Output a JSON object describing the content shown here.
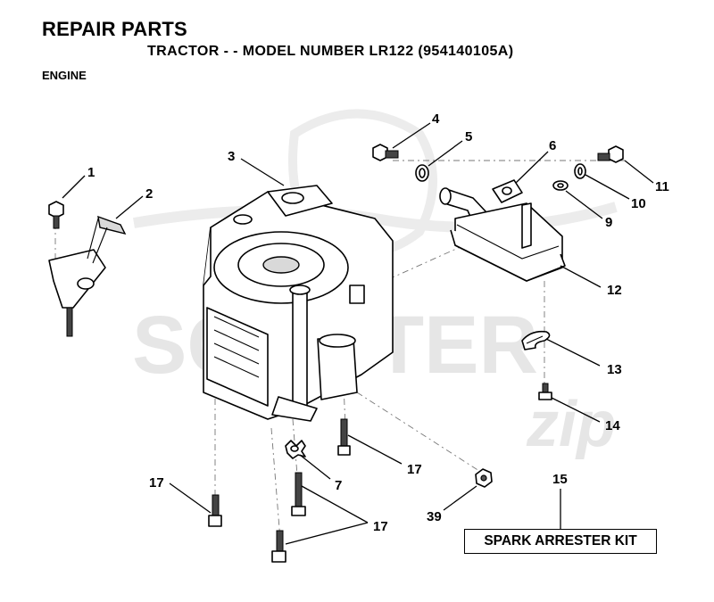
{
  "header": {
    "title": "REPAIR PARTS",
    "subtitle": "TRACTOR - - MODEL NUMBER LR122 (954140105A)",
    "section": "ENGINE"
  },
  "watermark": {
    "text_main": "SCOOTER",
    "text_script": "zip",
    "color": "#e6e6e6"
  },
  "callouts": {
    "c1": "1",
    "c2": "2",
    "c3": "3",
    "c4": "4",
    "c5": "5",
    "c6": "6",
    "c7": "7",
    "c9": "9",
    "c10": "10",
    "c11": "11",
    "c12": "12",
    "c13": "13",
    "c14": "14",
    "c15": "15",
    "c17a": "17",
    "c17b": "17",
    "c17c": "17",
    "c39": "39"
  },
  "kit": {
    "label": "SPARK ARRESTER KIT"
  },
  "icons": [
    "hex-bolt-icon",
    "washer-icon",
    "muffler-icon",
    "engine-icon",
    "lock-nut-icon"
  ]
}
